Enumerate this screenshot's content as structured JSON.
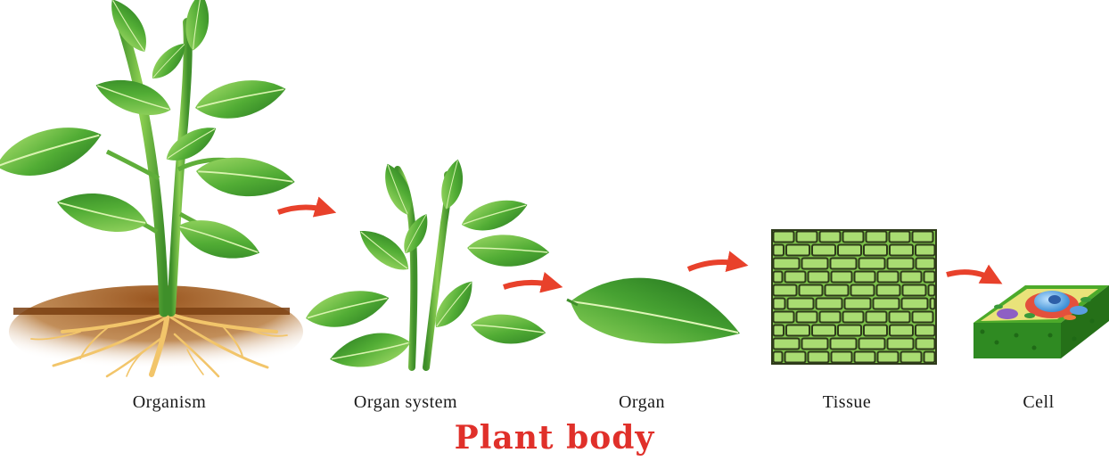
{
  "stages": [
    {
      "label": "Organism",
      "icon": "whole-plant-with-roots"
    },
    {
      "label": "Organ system",
      "icon": "shoot-system"
    },
    {
      "label": "Organ",
      "icon": "leaf"
    },
    {
      "label": "Tissue",
      "icon": "tissue-cells"
    },
    {
      "label": "Cell",
      "icon": "plant-cell"
    }
  ],
  "title": "Plant body",
  "colors": {
    "title": "#e0302a",
    "arrow": "#e8412b",
    "leaf_dark": "#2f8a25",
    "leaf_light": "#8fd15a",
    "stem": "#5fae3a",
    "soil": "#8a4a1a",
    "root": "#f2c56a",
    "tissue": "#7cc24a",
    "tissue_line": "#2e3a1a"
  }
}
